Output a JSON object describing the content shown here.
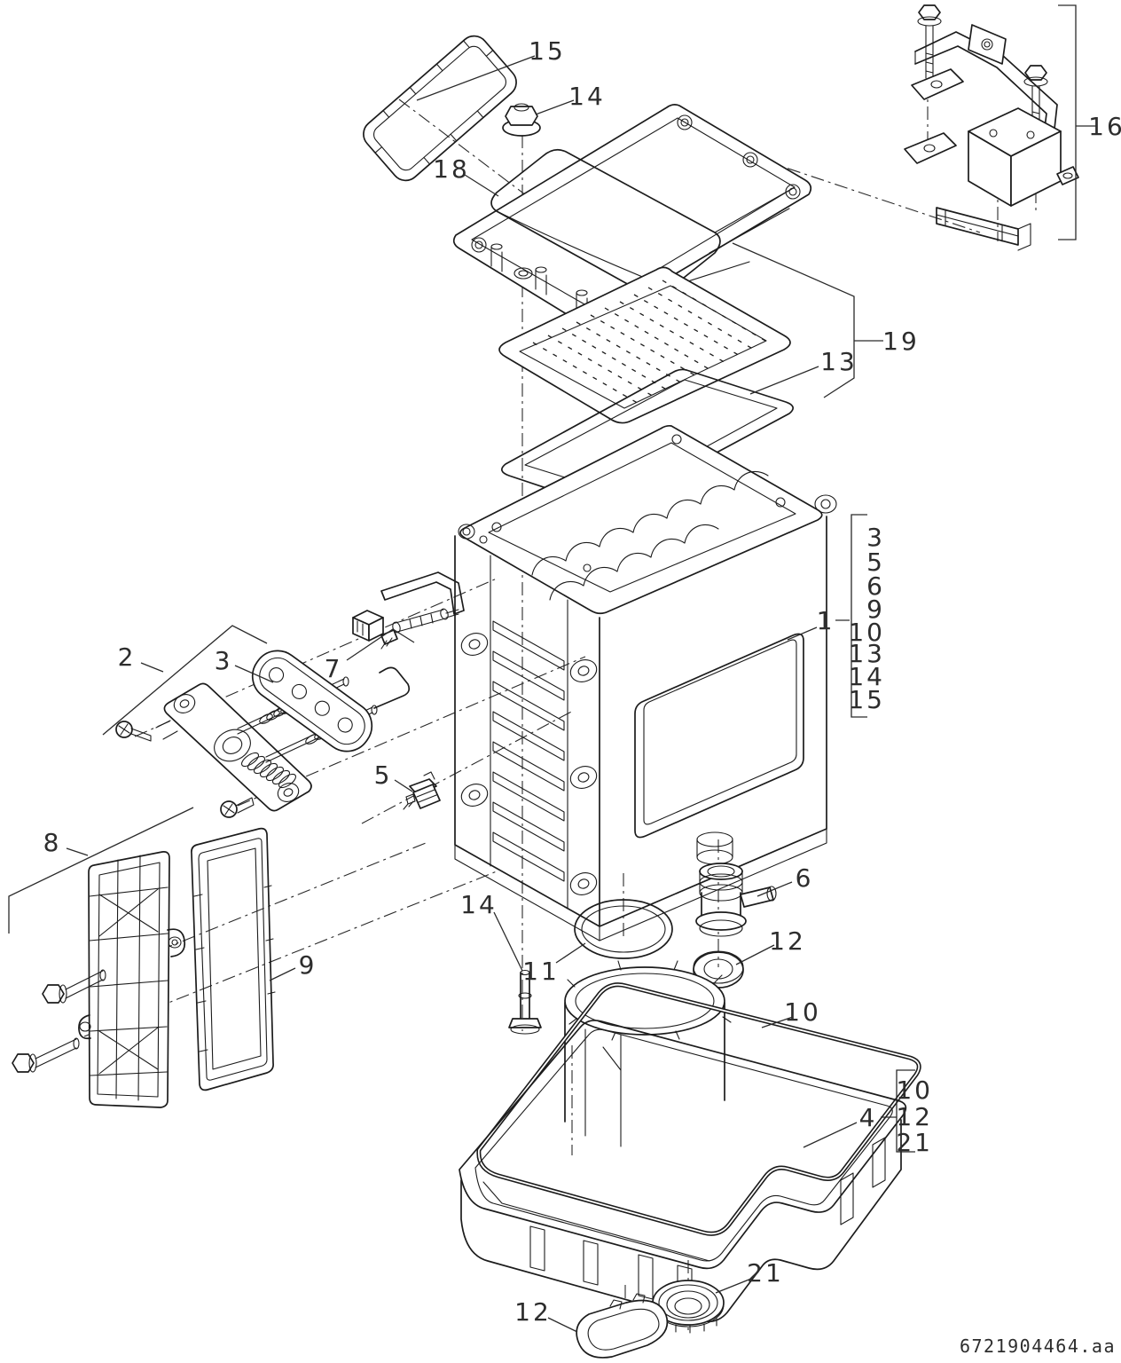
{
  "document": {
    "type": "exploded-parts-diagram",
    "subject": "heat-cell / heat exchanger assembly",
    "id_code": "6721904464.aa"
  },
  "colors": {
    "line": "#1c1c1c",
    "label": "#2d2d2d",
    "background": "#ffffff"
  },
  "callouts": {
    "c15": "15",
    "c14_top": "14",
    "c18": "18",
    "c16": "16",
    "c19": "19",
    "c13": "13",
    "c1": "1",
    "group1_items": [
      "3",
      "5",
      "6",
      "9",
      "10",
      "13",
      "14",
      "15"
    ],
    "c2": "2",
    "c3": "3",
    "c7": "7",
    "c5": "5",
    "c8": "8",
    "c9": "9",
    "c14_mid": "14",
    "c11": "11",
    "c6": "6",
    "c12_mid": "12",
    "c10": "10",
    "c4": "4",
    "group4_items": [
      "10",
      "12",
      "21"
    ],
    "c21": "21",
    "c12_bottom": "12"
  }
}
